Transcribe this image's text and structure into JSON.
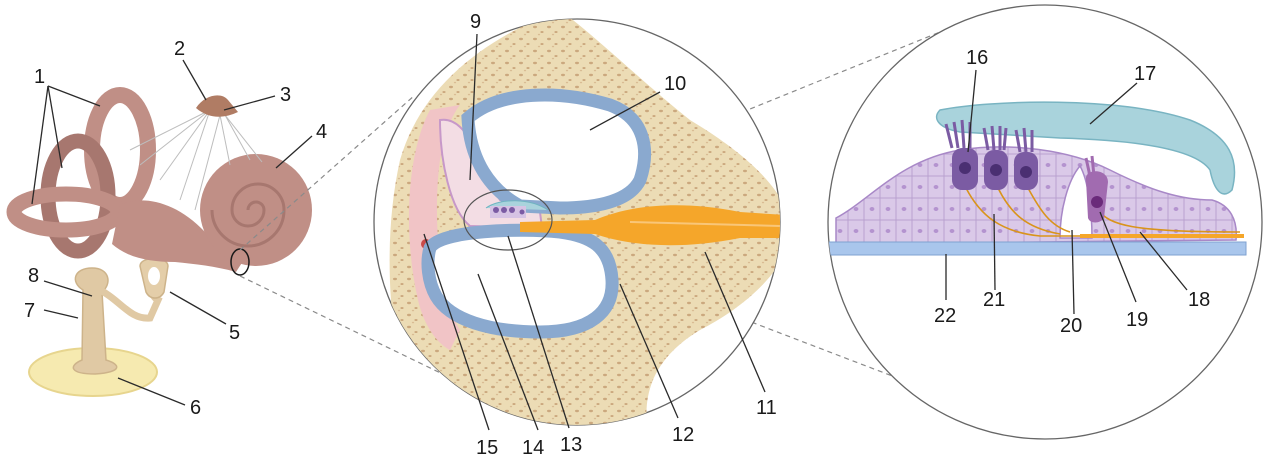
{
  "labels": {
    "l1": "1",
    "l2": "2",
    "l3": "3",
    "l4": "4",
    "l5": "5",
    "l6": "6",
    "l7": "7",
    "l8": "8",
    "l9": "9",
    "l10": "10",
    "l11": "11",
    "l12": "12",
    "l13": "13",
    "l14": "14",
    "l15": "15",
    "l16": "16",
    "l17": "17",
    "l18": "18",
    "l19": "19",
    "l20": "20",
    "l21": "21",
    "l22": "22"
  },
  "colors": {
    "bone": "#ecdcb5",
    "bone_spots": "#cba87e",
    "labyrinth": "#c08f86",
    "labyrinth_dark": "#a7776f",
    "membrane_blue": "#8aa9cf",
    "nerve_orange": "#f5a62a",
    "vestibular_membrane_pink": "#e9b7c7",
    "hair_cell_purple": "#7b5ba3",
    "support_cell_lilac": "#d6c3e4",
    "tectorial_teal": "#a9d3dc",
    "basilar_blue": "#a9c6ec",
    "platform_yellow": "#f6eab0"
  }
}
